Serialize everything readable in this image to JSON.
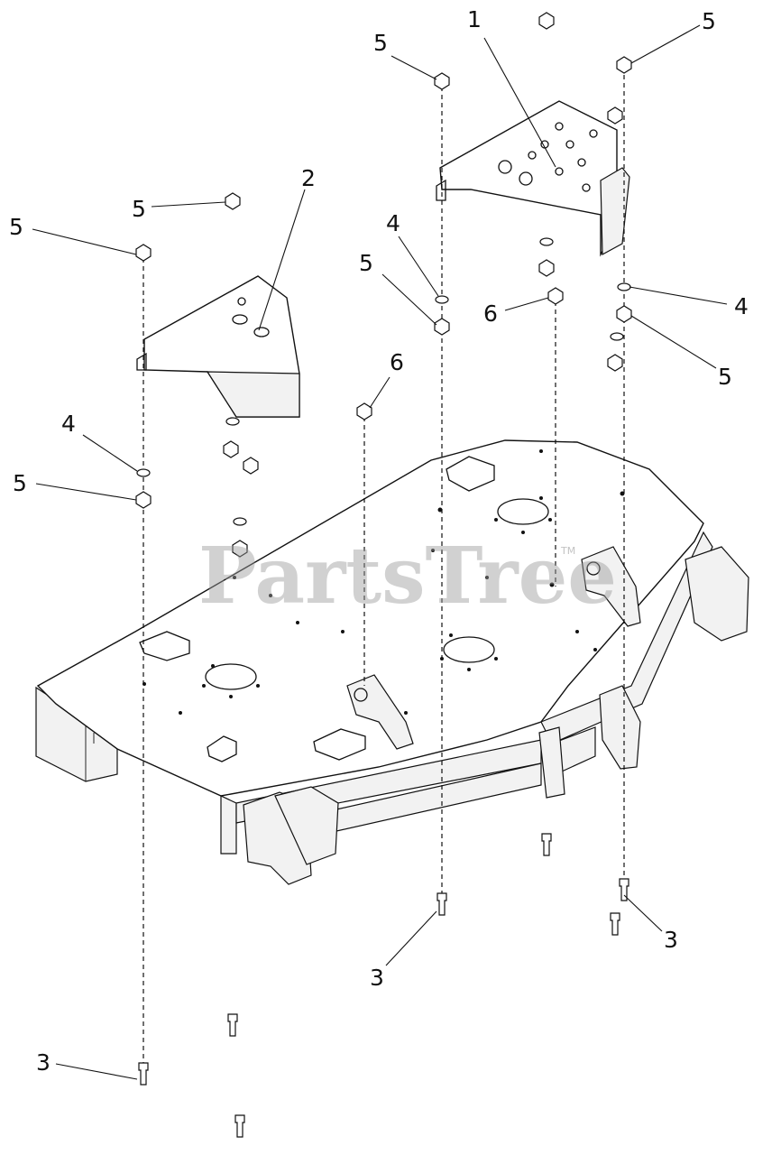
{
  "watermark": {
    "text": "PartsTree",
    "tm": "TM"
  },
  "callouts": [
    {
      "label": "1"
    },
    {
      "label": "2"
    },
    {
      "label": "3"
    },
    {
      "label": "3"
    },
    {
      "label": "3"
    },
    {
      "label": "4"
    },
    {
      "label": "4"
    },
    {
      "label": "4"
    },
    {
      "label": "5"
    },
    {
      "label": "5"
    },
    {
      "label": "5"
    },
    {
      "label": "5"
    },
    {
      "label": "5"
    },
    {
      "label": "5"
    },
    {
      "label": "5"
    },
    {
      "label": "6"
    },
    {
      "label": "6"
    }
  ]
}
